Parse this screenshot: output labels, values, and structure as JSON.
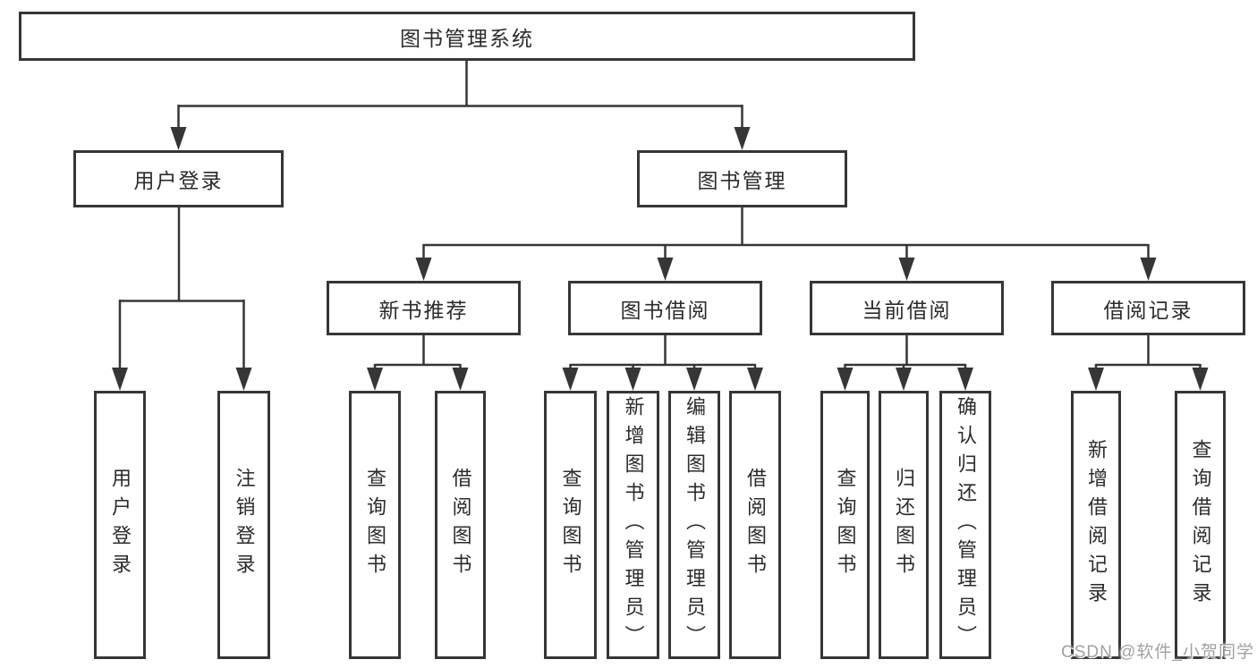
{
  "diagram": {
    "root": {
      "label": "图书管理系统"
    },
    "level2": {
      "user_login_group": {
        "label": "用户登录"
      },
      "book_management": {
        "label": "图书管理"
      }
    },
    "level3": {
      "new_book_recommend": {
        "label": "新书推荐"
      },
      "book_borrowing": {
        "label": "图书借阅"
      },
      "current_borrowing": {
        "label": "当前借阅"
      },
      "borrowing_records": {
        "label": "借阅记录"
      }
    },
    "leaves": {
      "user_login": {
        "label": "用户登录"
      },
      "logout": {
        "label": "注销登录"
      },
      "nb_query_books": {
        "label": "查询图书"
      },
      "nb_borrow_books": {
        "label": "借阅图书"
      },
      "bb_query_books": {
        "label": "查询图书"
      },
      "bb_add_books": {
        "label": "新增图书（管理员）"
      },
      "bb_edit_books": {
        "label": "编辑图书（管理员）"
      },
      "bb_borrow_books": {
        "label": "借阅图书"
      },
      "cb_query_books": {
        "label": "查询图书"
      },
      "cb_return_books": {
        "label": "归还图书"
      },
      "cb_confirm_return": {
        "label": "确认归还（管理员）"
      },
      "br_add_record": {
        "label": "新增借阅记录"
      },
      "br_query_record": {
        "label": "查询借阅记录"
      }
    },
    "hierarchy": [
      {
        "parent": "图书管理系统",
        "children": [
          "用户登录",
          "图书管理"
        ]
      },
      {
        "parent": "用户登录",
        "children": [
          "用户登录",
          "注销登录"
        ]
      },
      {
        "parent": "图书管理",
        "children": [
          "新书推荐",
          "图书借阅",
          "当前借阅",
          "借阅记录"
        ]
      },
      {
        "parent": "新书推荐",
        "children": [
          "查询图书",
          "借阅图书"
        ]
      },
      {
        "parent": "图书借阅",
        "children": [
          "查询图书",
          "新增图书（管理员）",
          "编辑图书（管理员）",
          "借阅图书"
        ]
      },
      {
        "parent": "当前借阅",
        "children": [
          "查询图书",
          "归还图书",
          "确认归还（管理员）"
        ]
      },
      {
        "parent": "借阅记录",
        "children": [
          "新增借阅记录",
          "查询借阅记录"
        ]
      }
    ]
  },
  "watermark": {
    "text": "CSDN @软件_小贺同学"
  },
  "colors": {
    "line": "#363636",
    "text": "#2b2b2b",
    "watermark": "#a0a0a0",
    "background": "#ffffff"
  }
}
